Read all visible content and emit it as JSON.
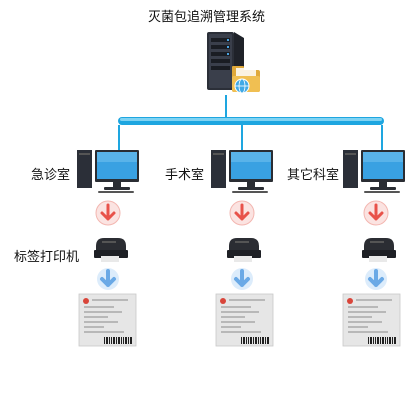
{
  "title": "灭菌包追溯管理系统",
  "departments": [
    {
      "name": "急诊室"
    },
    {
      "name": "手术室"
    },
    {
      "name": "其它科室"
    }
  ],
  "printer_label": "标签打印机",
  "colors": {
    "bus": "#1ea6e0",
    "bus_light": "#7fd3f3",
    "down_arrow_red": "#e8524a",
    "down_arrow_red_bg": "#fbe3e1",
    "down_arrow_blue": "#6aa9e6",
    "down_arrow_blue_bg": "#dcecfb"
  },
  "icons": {
    "server": "server-with-folder-icon",
    "computer": "desktop-computer-icon",
    "printer": "label-printer-icon",
    "label": "printed-label-sheet-icon"
  }
}
